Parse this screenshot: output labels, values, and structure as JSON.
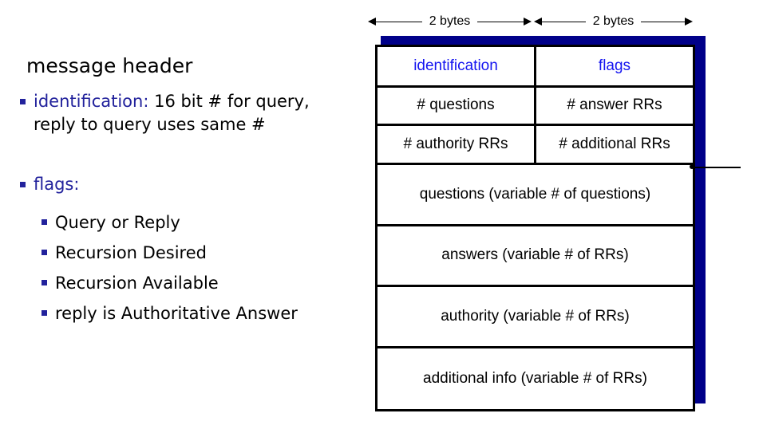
{
  "slide": {
    "title": "message header"
  },
  "bullets": {
    "identification": {
      "label": "identification:",
      "text": " 16 bit # for query, reply to query uses same #"
    },
    "flags": {
      "label": "flags:",
      "items": [
        "Query or Reply",
        "Recursion Desired",
        "Recursion Available",
        "reply is Authoritative Answer"
      ]
    }
  },
  "diagram": {
    "dimension_left": "2 bytes",
    "dimension_right": "2 bytes",
    "rows": [
      {
        "cells": [
          "identification",
          "flags"
        ]
      },
      {
        "cells": [
          "# questions",
          "# answer RRs"
        ]
      },
      {
        "cells": [
          "# authority RRs",
          "# additional RRs"
        ]
      },
      {
        "cells": [
          "questions (variable # of questions)"
        ]
      },
      {
        "cells": [
          "answers (variable # of RRs)"
        ]
      },
      {
        "cells": [
          "authority (variable # of RRs)"
        ]
      },
      {
        "cells": [
          "additional info (variable # of RRs)"
        ]
      }
    ]
  },
  "colors": {
    "accent_blue": "#1414f0",
    "navy": "#22229c",
    "shadow": "#000089",
    "border": "#000000",
    "background": "#ffffff"
  }
}
